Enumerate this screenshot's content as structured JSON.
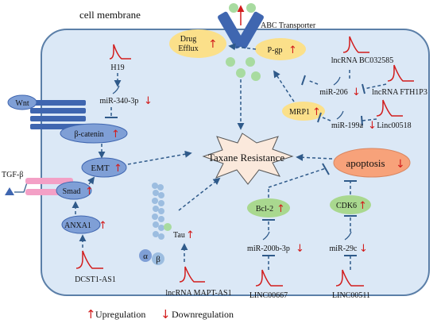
{
  "labels": {
    "cell_membrane": "cell membrane",
    "abc_transporter": "ABC Transporter",
    "drug_efflux_line1": "Drug",
    "drug_efflux_line2": "Efflux",
    "pgp": "P-gp",
    "mrp1": "MRP1",
    "taxane_resistance": "Taxane Resistance",
    "apoptosis": "apoptosis",
    "h19": "H19",
    "mir_340_3p": "miR-340-3p",
    "beta_catenin": "β-catenin",
    "wnt": "Wnt",
    "emt": "EMT",
    "tgf_beta": "TGF-β",
    "smad": "Smad",
    "anxa1": "ANXA1",
    "dcst1_as1": "DCST1-AS1",
    "tau": "Tau",
    "alpha": "α",
    "beta": "β",
    "lncrna_mapt_as1": "lncRNA MAPT-AS1",
    "bcl2": "Bcl-2",
    "mir_200b_3p": "miR-200b-3p",
    "linc00667": "LINC00667",
    "cdk6": "CDK6",
    "mir_29c": "miR-29c",
    "linc00511": "LINC00511",
    "lncrna_bc032585": "lncRNA BC032585",
    "mir_206": "miR-206",
    "lncrna_fth1p3": "lncRNA FTH1P3",
    "mir_199a": "miR-199a",
    "linc00518": "Linc00518"
  },
  "legend": {
    "up": "Upregulation",
    "down": "Downregulation"
  },
  "colors": {
    "cell_fill": "#dbe8f6",
    "cell_stroke": "#5b7fa8",
    "arrow_blue": "#2f5a8a",
    "red": "#d21c1c",
    "yellow_oval": "#fbe08a",
    "green_oval": "#a9d88f",
    "apoptosis_orange": "#f7a27a",
    "blue_oval": "#7f9fd6",
    "star_fill": "#fbe9dc",
    "receptor_blue": "#3f66b0",
    "tgf_pink": "#f3a0c6",
    "sphere_green": "#a8dba0"
  }
}
